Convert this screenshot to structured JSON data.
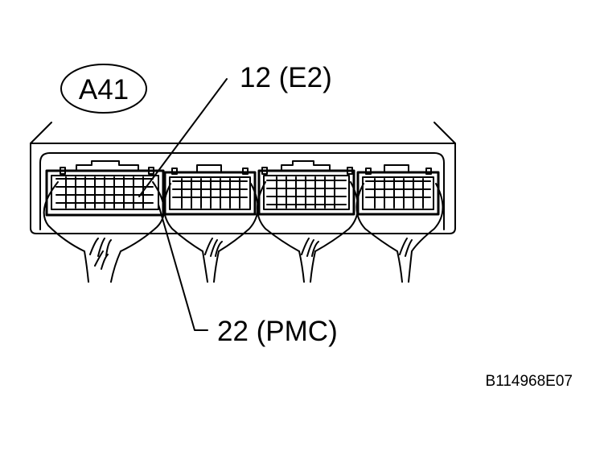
{
  "connector": {
    "id": "A41"
  },
  "callouts": [
    {
      "pin": "12",
      "signal": "E2",
      "label": "12 (E2)"
    },
    {
      "pin": "22",
      "signal": "PMC",
      "label": "22 (PMC)"
    }
  ],
  "figure_ref": "B114968E07",
  "colors": {
    "ink": "#000000",
    "background": "#ffffff"
  }
}
